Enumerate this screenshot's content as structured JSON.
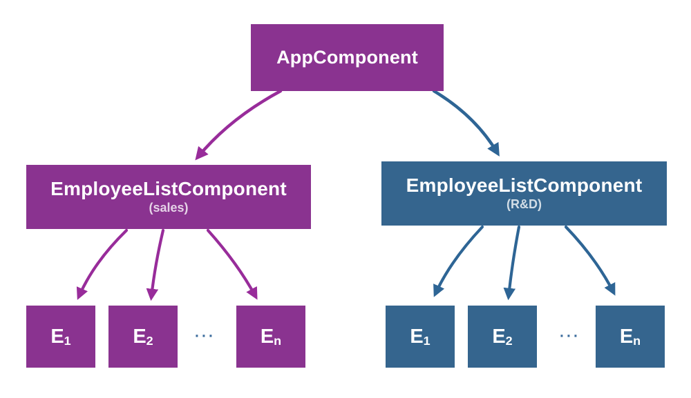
{
  "diagram": {
    "root": {
      "label": "AppComponent"
    },
    "groups": [
      {
        "label": "EmployeeListComponent",
        "subtitle": "(sales)",
        "children": [
          {
            "base": "E",
            "sub": "1"
          },
          {
            "base": "E",
            "sub": "2"
          },
          {
            "base": "E",
            "sub": "n"
          }
        ],
        "ellipsis": "···"
      },
      {
        "label": "EmployeeListComponent",
        "subtitle": "(R&D)",
        "children": [
          {
            "base": "E",
            "sub": "1"
          },
          {
            "base": "E",
            "sub": "2"
          },
          {
            "base": "E",
            "sub": "n"
          }
        ],
        "ellipsis": "···"
      }
    ],
    "colors": {
      "purple_box": "#8A3390",
      "purple_arrow": "#982C9A",
      "blue_box": "#35658E",
      "blue_arrow": "#2E6595",
      "ellipsis": "#3A6B9C",
      "text": "#FFFFFF",
      "subtitle_text": "rgba(255,255,255,0.78)",
      "background": "#FFFFFF"
    }
  }
}
